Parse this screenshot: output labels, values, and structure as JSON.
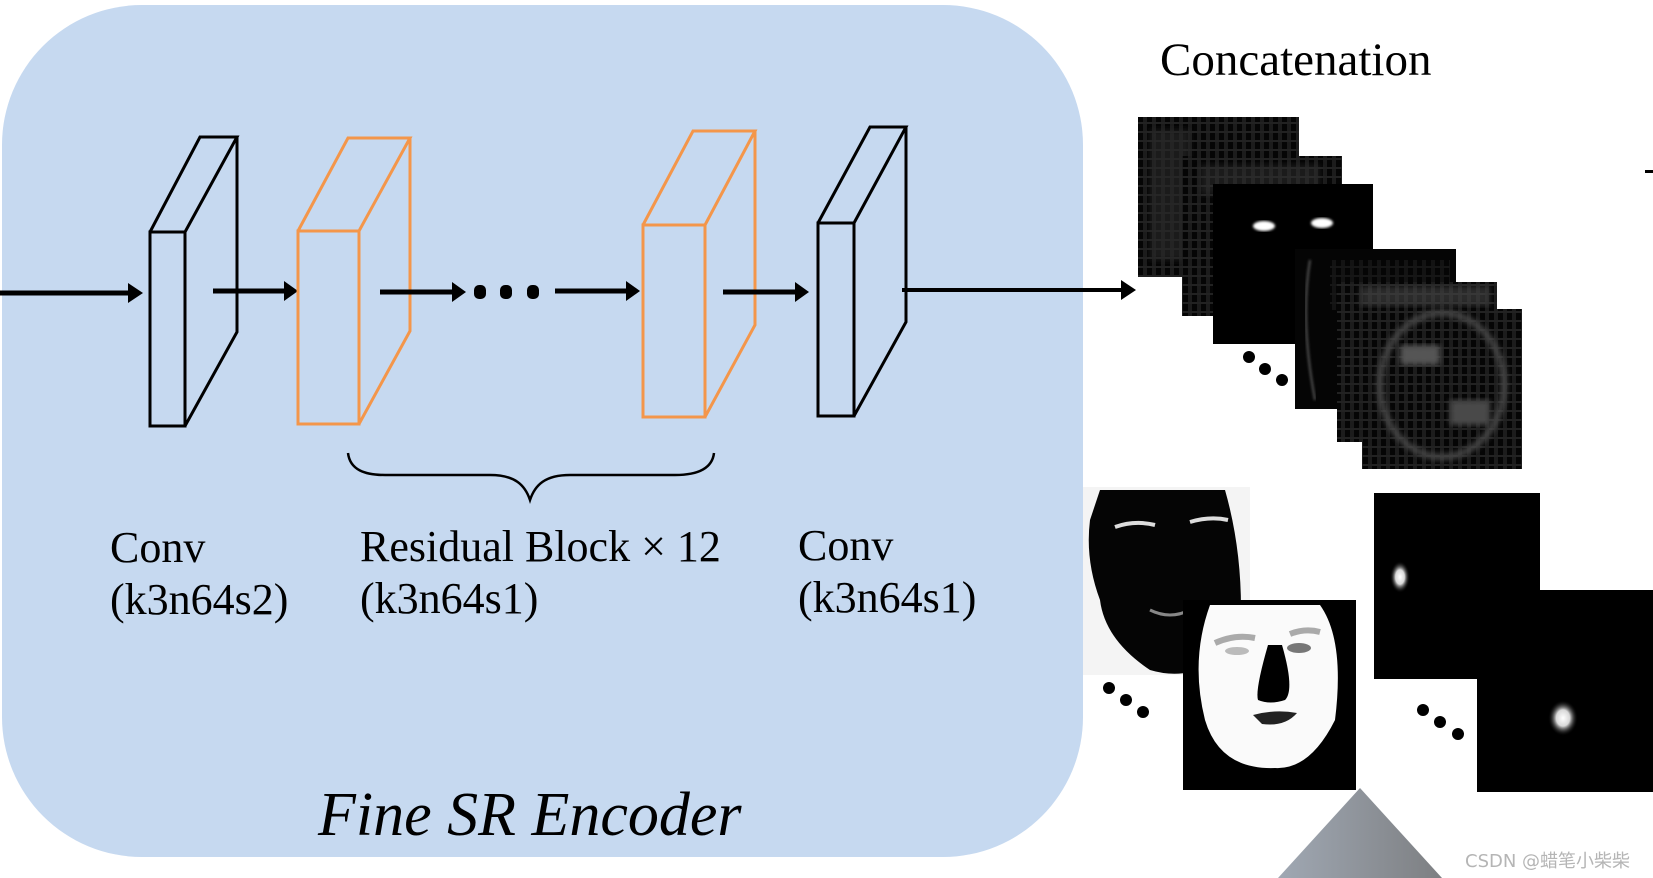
{
  "encoder": {
    "title": "Fine SR Encoder",
    "background_color": "#c6d9f0",
    "block_colors": {
      "conv": "#000000",
      "residual": "#f4964a"
    },
    "layers": [
      {
        "type": "conv",
        "label": "Conv",
        "params": "(k3n64s2)"
      },
      {
        "type": "residual",
        "label": "Residual Block × 12",
        "params": "(k3n64s1)",
        "repeat": 12
      },
      {
        "type": "conv",
        "label": "Conv",
        "params": "(k3n64s1)"
      }
    ],
    "ellipsis": "..."
  },
  "output": {
    "title": "Concatenation",
    "feature_maps_count_shown": 6,
    "parsing_maps_count_shown": 2,
    "heatmaps_count_shown": 2
  },
  "watermark": "CSDN @蜡笔小柴柴"
}
